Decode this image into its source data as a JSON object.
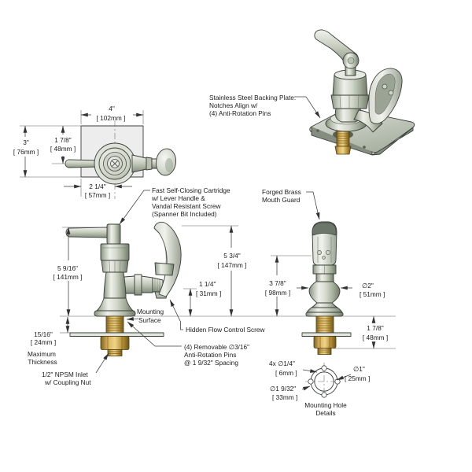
{
  "labels": {
    "backing_plate": [
      "Stainless Steel Backing Plate.",
      "Notches Align w/",
      "(4) Anti-Rotation Pins"
    ],
    "cartridge": [
      "Fast Self-Closing Cartridge",
      "w/ Lever Handle &",
      "Vandal Resistant Screw",
      "(Spanner Bit Included)"
    ],
    "mouth_guard": [
      "Forged Brass",
      "Mouth Guard"
    ],
    "mounting_surface": [
      "Mounting",
      "Surface"
    ],
    "flow_control": "Hidden Flow Control Screw",
    "pins": [
      "(4) Removable ∅3/16\"",
      "Anti-Rotation Pins",
      "@ 1 9/32\" Spacing"
    ],
    "inlet": [
      "1/2\" NPSM Inlet",
      "w/ Coupling Nut"
    ],
    "thickness": [
      "Maximum",
      "Thickness"
    ],
    "hole_details": [
      "Mounting Hole",
      "Details"
    ]
  },
  "dims": {
    "plate_width": [
      "4\"",
      "[ 102mm ]"
    ],
    "handle_offset": [
      "1 7/8\"",
      "[ 48mm ]"
    ],
    "plate_height": [
      "3\"",
      "[ 76mm ]"
    ],
    "handle_center": [
      "2 1/4\"",
      "[ 57mm ]"
    ],
    "overall_height": [
      "5 9/16\"",
      "[ 141mm ]"
    ],
    "bubbler_height": [
      "5 3/4\"",
      "[ 147mm ]"
    ],
    "outlet_height": [
      "1 1/4\"",
      "[ 31mm ]"
    ],
    "guard_height": [
      "3 7/8\"",
      "[ 98mm ]"
    ],
    "body_dia": [
      "∅2\"",
      "[ 51mm ]"
    ],
    "shank_length": [
      "1 7/8\"",
      "[ 48mm ]"
    ],
    "max_thickness": [
      "15/16\"",
      "[ 24mm ]"
    ],
    "pin_holes": [
      "4x ∅1/4\"",
      "[ 6mm ]"
    ],
    "center_hole": [
      "∅1\"",
      "[ 25mm ]"
    ],
    "bolt_circle": [
      "∅1 9/32\"",
      "[ 33mm ]"
    ]
  },
  "colors": {
    "line": "#3a3f3a",
    "chrome_light": "#eef0ea",
    "chrome_mid": "#c7cec2",
    "chrome_dark": "#717a6a",
    "brass_light": "#f0d488",
    "brass_mid": "#c09a40",
    "brass_dark": "#6f5518",
    "plate_fill": "#ededed",
    "background": "#ffffff"
  }
}
